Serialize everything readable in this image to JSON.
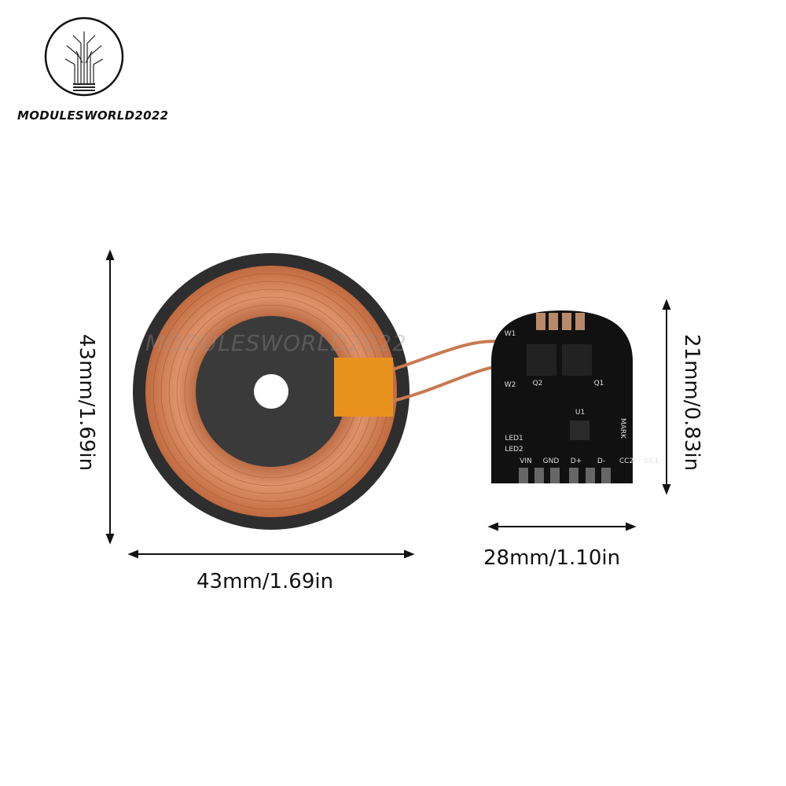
{
  "logo": {
    "brand_text": "MODULESWORLD2022"
  },
  "watermark": "MODULESWORLD2022",
  "dimensions": {
    "coil_height": "43mm/1.69in",
    "coil_width": "43mm/1.69in",
    "board_height": "21mm/0.83in",
    "board_width": "28mm/1.10in"
  },
  "pcb": {
    "pins": [
      "VIN",
      "GND",
      "D+",
      "D-",
      "CC2",
      "CC1"
    ],
    "labels": [
      "W1",
      "W2",
      "LED1",
      "LED2",
      "U1",
      "Q1",
      "Q2",
      "MARK"
    ]
  }
}
